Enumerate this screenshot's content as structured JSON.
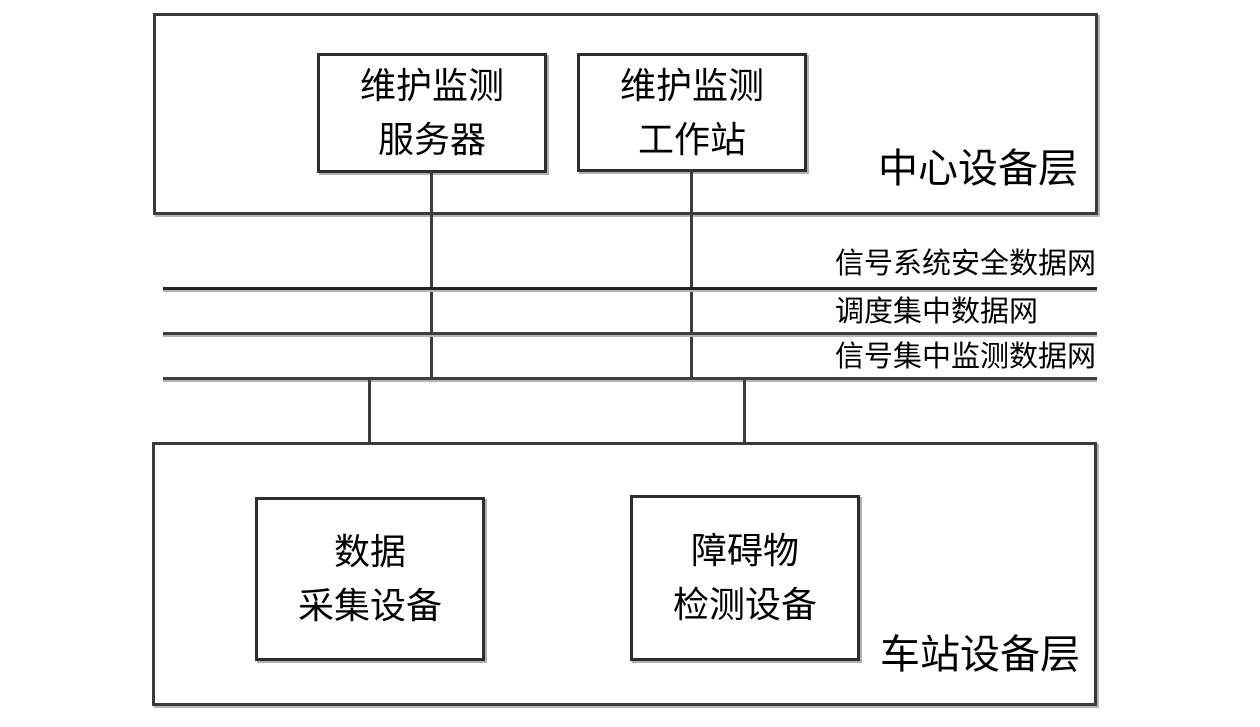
{
  "diagram": {
    "title_implied": "",
    "center_layer": {
      "label": "中心设备层",
      "boxes": [
        {
          "id": "maintenance-monitoring-server",
          "line1": "维护监测",
          "line2": "服务器"
        },
        {
          "id": "maintenance-monitoring-workstation",
          "line1": "维护监测",
          "line2": "工作站"
        }
      ]
    },
    "networks": [
      {
        "id": "signal-system-safety-data-network",
        "label": "信号系统安全数据网"
      },
      {
        "id": "dispatch-centralized-data-network",
        "label": "调度集中数据网"
      },
      {
        "id": "signal-centralized-monitoring-data-network",
        "label": "信号集中监测数据网"
      }
    ],
    "station_layer": {
      "label": "车站设备层",
      "boxes": [
        {
          "id": "data-collection-equipment",
          "line1": "数据",
          "line2": "采集设备"
        },
        {
          "id": "obstacle-detection-equipment",
          "line1": "障碍物",
          "line2": "检测设备"
        }
      ]
    },
    "connections": [
      {
        "from": "maintenance-monitoring-server",
        "to": "signal-centralized-monitoring-data-network"
      },
      {
        "from": "maintenance-monitoring-workstation",
        "to": "signal-centralized-monitoring-data-network"
      },
      {
        "from": "signal-centralized-monitoring-data-network",
        "to": "data-collection-equipment"
      },
      {
        "from": "signal-centralized-monitoring-data-network",
        "to": "obstacle-detection-equipment"
      }
    ],
    "colors": {
      "background": "#ffffff",
      "line": "#3c3c3c",
      "text": "#000000",
      "shadow": "#b5b5b5"
    }
  }
}
